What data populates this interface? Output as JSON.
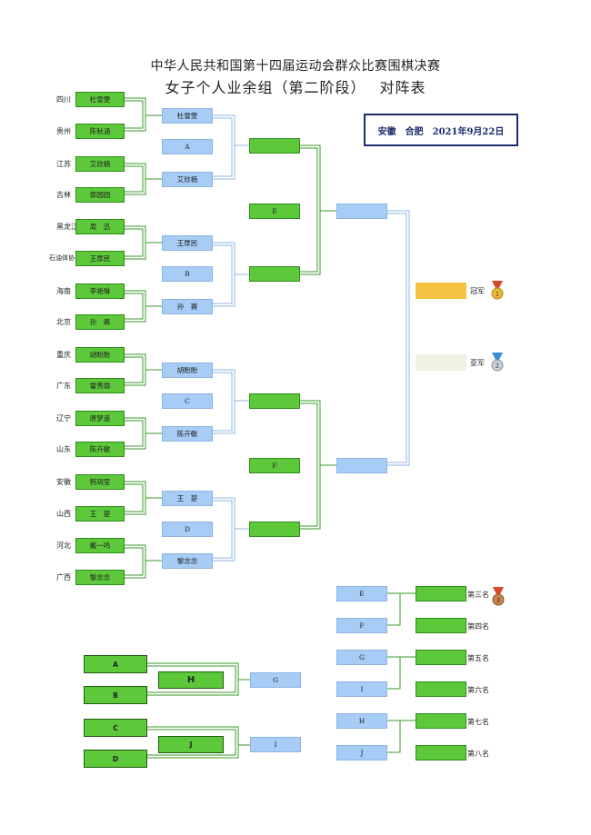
{
  "header": {
    "title_line1": "中华人民共和国第十四届运动会群众比赛围棋决赛",
    "title_line2": "女子个人业余组（第二阶段）　 对阵表"
  },
  "info": {
    "location": "安徽　合肥",
    "date": "2021年9月22日"
  },
  "players": [
    {
      "province": "四川",
      "name": "杜雪雯"
    },
    {
      "province": "贵州",
      "name": "陈秋涵"
    },
    {
      "province": "江苏",
      "name": "艾欣楠"
    },
    {
      "province": "吉林",
      "name": "郭园园"
    },
    {
      "province": "黑龙江",
      "name": "周　迅"
    },
    {
      "province": "石油体协",
      "name": "王厚民"
    },
    {
      "province": "海南",
      "name": "李艳琳"
    },
    {
      "province": "北京",
      "name": "孙　赛"
    },
    {
      "province": "重庆",
      "name": "胡盼盼"
    },
    {
      "province": "广东",
      "name": "雷秀瑜"
    },
    {
      "province": "辽宁",
      "name": "唐梦遥"
    },
    {
      "province": "山东",
      "name": "陈卉敏"
    },
    {
      "province": "安徽",
      "name": "韩玥莹"
    },
    {
      "province": "山西",
      "name": "王　楚"
    },
    {
      "province": "河北",
      "name": "戴一鸣"
    },
    {
      "province": "广西",
      "name": "黎念念"
    }
  ],
  "round2": {
    "winners": [
      "杜雪雯",
      "艾欣楠",
      "王厚民",
      "孙　赛",
      "胡盼盼",
      "陈卉敏",
      "王　楚",
      "黎念念"
    ],
    "letters": [
      "A",
      "B",
      "C",
      "D"
    ]
  },
  "semi_letters": [
    "E",
    "F"
  ],
  "final": {
    "champion_label": "冠军",
    "runner_up_label": "亚军",
    "medal_1": "1",
    "medal_2": "2",
    "medal_3": "3"
  },
  "placement": {
    "pairs": [
      {
        "top": "E",
        "bottom": "F",
        "win_label": "第三名",
        "lose_label": "第四名"
      },
      {
        "top": "G",
        "bottom": "I",
        "win_label": "第五名",
        "lose_label": "第六名"
      },
      {
        "top": "H",
        "bottom": "J",
        "win_label": "第七名",
        "lose_label": "第八名"
      }
    ]
  },
  "consolation": {
    "group1": {
      "a": "A",
      "b": "B",
      "mid": "H",
      "out": "G"
    },
    "group2": {
      "a": "C",
      "b": "D",
      "mid": "J",
      "out": "I"
    }
  },
  "colors": {
    "winner_green": "#5cc83a",
    "advance_blue": "#a7ccf6",
    "gold": "#f5c242",
    "silver": "#f0f2e4",
    "navy": "#1a2a6a"
  }
}
